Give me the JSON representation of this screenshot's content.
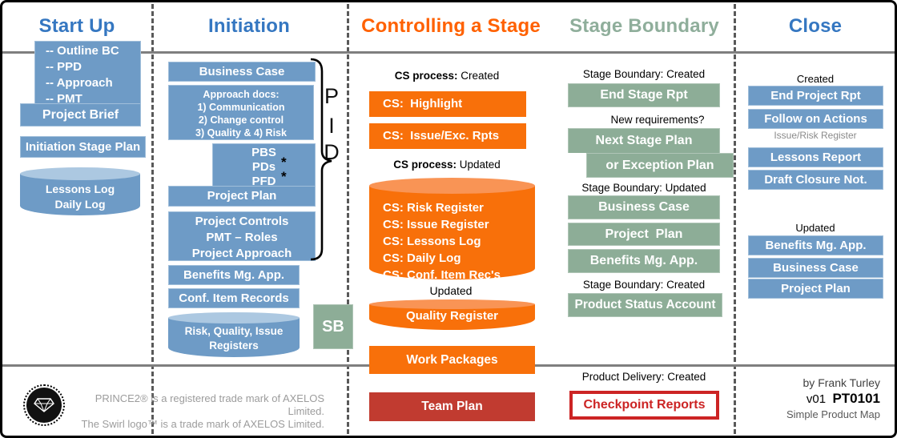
{
  "columns": {
    "startup": {
      "title": "Start Up",
      "brief_lines": [
        "-- Outline BC",
        "-- PPD",
        "-- Approach",
        "-- PMT"
      ],
      "brief_footer": "Project Brief",
      "initiation_stage_plan": "Initiation Stage Plan",
      "logs_cylinder": [
        "Lessons Log",
        "Daily Log"
      ]
    },
    "initiation": {
      "title": "Initiation",
      "business_case": "Business Case",
      "approach_docs": [
        "Approach docs:",
        "1) Communication",
        "2) Change control",
        "3) Quality & 4) Risk"
      ],
      "pid_products": [
        "PBS",
        "PDs",
        "PFD"
      ],
      "asterisk": "*",
      "project_plan": "Project Plan",
      "project_controls": [
        "Project Controls",
        "PMT – Roles",
        "Project Approach"
      ],
      "benefits": "Benefits Mg. App.",
      "conf_item_records": "Conf. Item Records",
      "registers_cylinder": [
        "Risk, Quality, Issue",
        "Registers"
      ],
      "pid_letters": [
        "P",
        "I",
        "D"
      ],
      "sb_label": "SB"
    },
    "controlling": {
      "title": "Controlling a Stage",
      "created_label_bold": "CS process:",
      "created_label_rest": " Created",
      "highlight": "CS:  Highlight",
      "issue_exc": "CS:  Issue/Exc. Rpts",
      "updated_label_bold": "CS process:",
      "updated_label_rest": " Updated",
      "cylinder_lines": [
        "CS: Risk Register",
        "CS: Issue Register",
        "CS: Lessons Log",
        "CS: Daily Log",
        "CS: Conf. Item Rec's"
      ],
      "updated2_label": "Updated",
      "quality_register": "Quality Register",
      "work_packages": "Work Packages",
      "team_plan": "Team Plan"
    },
    "stage_boundary": {
      "title": "Stage Boundary",
      "created_label": "Stage Boundary: Created",
      "end_stage_rpt": "End Stage Rpt",
      "new_requirements": "New requirements?",
      "next_stage_plan": "Next Stage Plan",
      "or_exception_plan": "or Exception Plan",
      "updated_label": "Stage Boundary: Updated",
      "business_case": "Business Case",
      "project_plan": "Project  Plan",
      "benefits": "Benefits Mg. App.",
      "created2_label": "Stage Boundary: Created",
      "product_status_account": "Product Status Account",
      "product_delivery_label": "Product Delivery: Created",
      "checkpoint_reports": "Checkpoint Reports"
    },
    "close": {
      "title": "Close",
      "created_label": "Created",
      "end_project_rpt": "End Project Rpt",
      "follow_on_actions": "Follow on Actions",
      "issue_risk_register": "Issue/Risk Register",
      "lessons_report": "Lessons Report",
      "draft_closure": "Draft Closure Not.",
      "updated_label": "Updated",
      "benefits": "Benefits Mg. App.",
      "business_case": "Business Case",
      "project_plan": "Project Plan"
    }
  },
  "footer": {
    "trademark_line1": "PRINCE2® is a registered trade mark of AXELOS Limited.",
    "trademark_line2": "The Swirl logo™ is a trade mark of AXELOS Limited.",
    "byline": "by Frank Turley",
    "version": "v01",
    "code": "PT0101",
    "map_name": "Simple Product Map"
  },
  "colors": {
    "blue_box": "#6E9BC6",
    "blue_title": "#3577C1",
    "orange": "#F8700A",
    "orange_title": "#FF6100",
    "sage": "#8DAD97",
    "team_plan_red": "#C13B30",
    "checkpoint_red": "#CC2424"
  }
}
